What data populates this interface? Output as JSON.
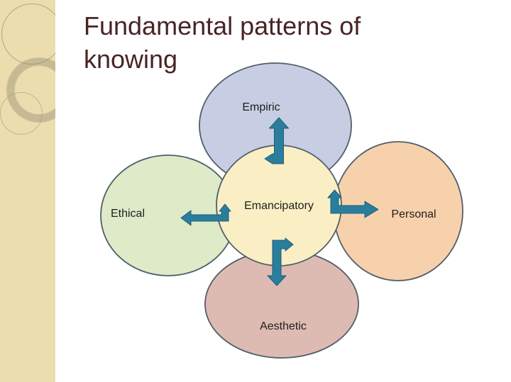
{
  "slide": {
    "title": {
      "line1": "Fundamental patterns of",
      "line2": "knowing"
    },
    "colors": {
      "title_text": "#482425",
      "background": "#ffffff",
      "sidebar": "#ecddae",
      "ellipse_outline": "#505f69",
      "arrow_fill": "#2b7e9b",
      "arrow_outline": "#1b5f7d",
      "label_text": "#1e1e1e"
    }
  },
  "diagram": {
    "type": "flower-venn",
    "center": {
      "label": "Emancipatory",
      "fill": "#faeec4",
      "position": "center"
    },
    "nodes": [
      {
        "label": "Empiric",
        "fill": "#c7cde2",
        "position": "top"
      },
      {
        "label": "Ethical",
        "fill": "#dfeac8",
        "position": "left"
      },
      {
        "label": "Personal",
        "fill": "#f7d1ab",
        "position": "right"
      },
      {
        "label": "Aesthetic",
        "fill": "#debbb2",
        "position": "bottom"
      }
    ],
    "arrows": [
      {
        "name": "center-to-empiric",
        "direction": "up"
      },
      {
        "name": "center-to-ethical",
        "direction": "left"
      },
      {
        "name": "center-to-personal",
        "direction": "right"
      },
      {
        "name": "center-to-aesthetic",
        "direction": "down"
      }
    ]
  }
}
